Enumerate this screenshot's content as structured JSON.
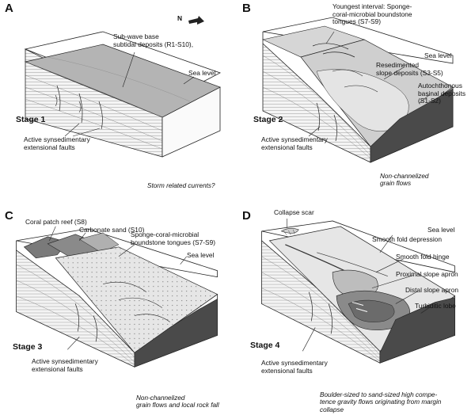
{
  "panels": [
    {
      "letter": "A",
      "stage": "Stage 1",
      "labels": {
        "north": "N",
        "subtidal": "Sub-wave base\nsubtidal deposits (R1-S10),",
        "sea_level": "Sea level",
        "faults": "Active synsedimentary\nextensional faults"
      },
      "caption": "Storm related currents?"
    },
    {
      "letter": "B",
      "stage": "Stage 2",
      "labels": {
        "youngest": "Youngest interval: Sponge-\ncoral-microbial boundstone\ntongues (S7-S9)",
        "sea_level": "Sea level",
        "resedimented": "Resedimented\nslope deposits (S3-S5)",
        "autochthonous": "Autochthonous\nbasinal deposits\n(S1-S2)",
        "faults": "Active synsedimentary\nextensional faults"
      },
      "caption": "Non-channelized\ngrain flows"
    },
    {
      "letter": "C",
      "stage": "Stage 3",
      "labels": {
        "coral_reef": "Coral patch reef (S8)",
        "carbonate_sand": "Carbonate sand (S10)",
        "sponge": "Sponge-coral-microbial\nboundstone tongues (S7-S9)",
        "sea_level": "Sea level",
        "faults": "Active synsedimentary\nextensional faults"
      },
      "caption": "Non-channelized\ngrain flows and local rock fall"
    },
    {
      "letter": "D",
      "stage": "Stage 4",
      "labels": {
        "collapse_scar": "Collapse scar",
        "sea_level": "Sea level",
        "smooth_fold_depression": "Smooth fold depression",
        "smooth_fold_hinge": "Smooth fold hinge",
        "proximal_apron": "Proximal slope apron",
        "distal_apron": "Distal slope apron",
        "turbiditic_lobe": "Turbiditic lobe",
        "faults": "Active synsedimentary\nextensional faults"
      },
      "caption": "Boulder-sized to sand-sized high compe-\ntence gravity flows originating from margin\ncollapse"
    }
  ],
  "colors": {
    "ink": "#222222",
    "surface_light": "#e2e2e2",
    "surface_mid": "#b4b4b4",
    "surface_dark": "#6b6b6b",
    "basin": "#4a4a4a",
    "side": "#f4f4f4"
  }
}
